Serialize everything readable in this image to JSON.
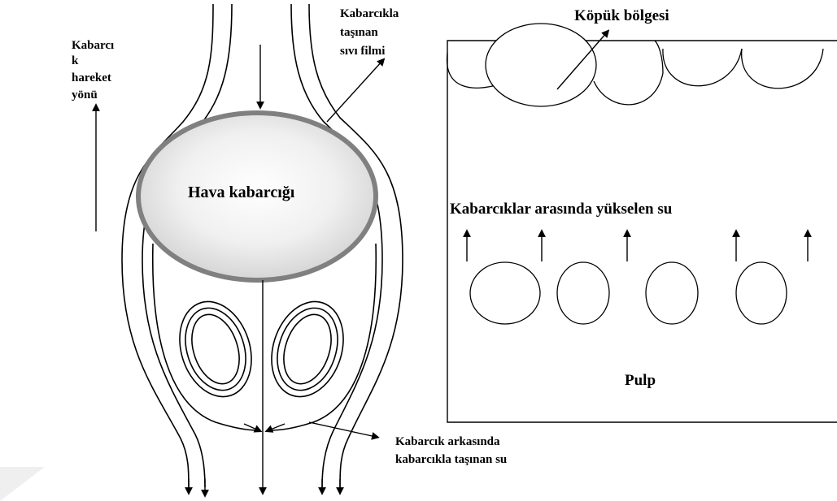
{
  "left_diagram": {
    "movement_direction_lines": [
      "Kabarcı",
      "k",
      "hareket",
      "yönü"
    ],
    "carried_film_lines": [
      "Kabarcıkla",
      "taşınan",
      "sıvı filmi"
    ],
    "air_bubble_label": "Hava kabarcığı",
    "wake_water_lines": [
      "Kabarcık arkasında",
      "kabarcıkla taşınan su"
    ]
  },
  "right_diagram": {
    "froth_zone_label": "Köpük bölgesi",
    "rising_water_label": "Kabarcıklar arasında yükselen su",
    "pulp_label": "Pulp"
  },
  "colors": {
    "bubble_border": "#808080",
    "bubble_fill_center": "#ffffff",
    "bubble_fill_edge": "#d4d4d4",
    "line": "#000000"
  }
}
